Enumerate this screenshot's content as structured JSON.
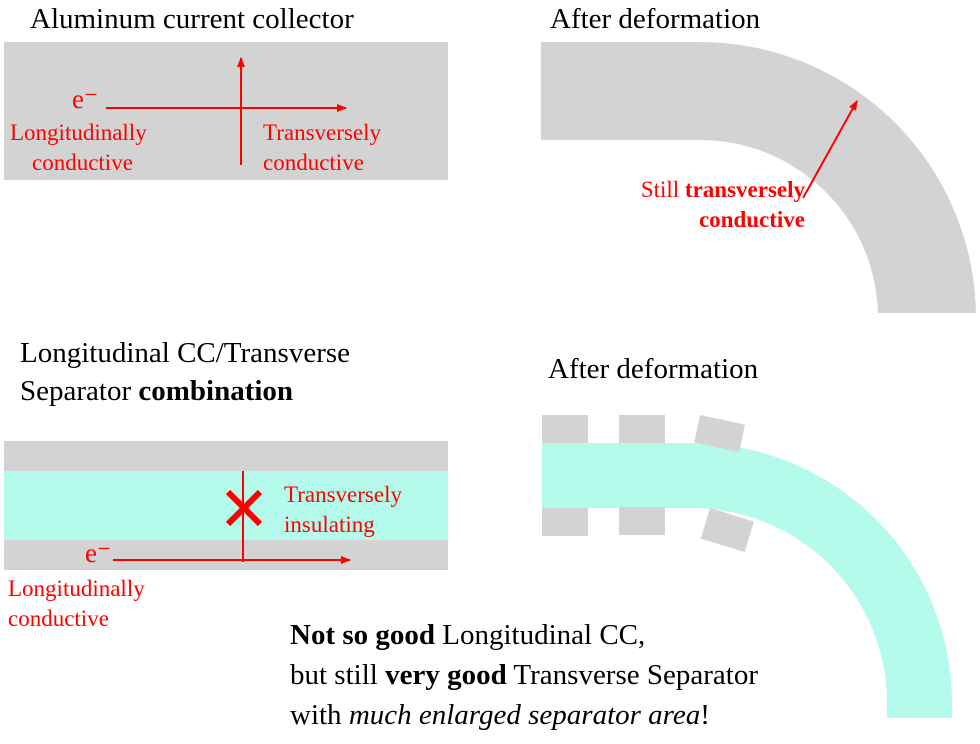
{
  "colors": {
    "collector": "#d3d3d3",
    "separator": "#b5fbec",
    "annotation": "#ff0000"
  },
  "panel_top_left": {
    "title": "Aluminum current collector",
    "electron": "e⁻",
    "longitudinal": [
      "Longitudinally",
      "conductive"
    ],
    "transverse": [
      "Transversely",
      "conductive"
    ]
  },
  "panel_top_right": {
    "title": "After deformation",
    "note_prefix": "Still ",
    "note_bold_1": "transversely",
    "note_bold_2": "conductive"
  },
  "panel_bottom_left": {
    "title_line1": "Longitudinal CC/Transverse",
    "title_line2_prefix": "Separator ",
    "title_line2_bold": "combination",
    "electron": "e⁻",
    "transverse": [
      "Transversely",
      "insulating"
    ],
    "longitudinal": [
      "Longitudinally",
      "conductive"
    ]
  },
  "panel_bottom_right": {
    "title": "After deformation",
    "line1_bold": "Not so good",
    "line1_rest": " Longitudinal CC,",
    "line2_prefix": "but still ",
    "line2_bold": "very good",
    "line2_rest": " Transverse Separator",
    "line3_prefix": "with ",
    "line3_italic": "much enlarged separator area",
    "line3_suffix": "!"
  }
}
